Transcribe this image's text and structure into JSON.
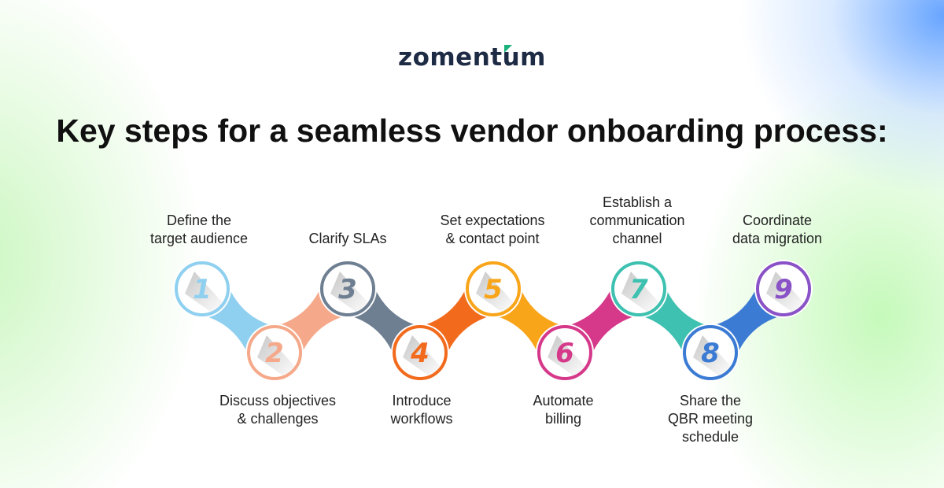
{
  "brand": {
    "name": "zomentum"
  },
  "headline": "Key steps for a seamless vendor onboarding process:",
  "steps": [
    {
      "num": "1",
      "label": "Define the\ntarget audience",
      "color": "#8fd0f0"
    },
    {
      "num": "2",
      "label": "Discuss objectives\n& challenges",
      "color": "#f5a98a"
    },
    {
      "num": "3",
      "label": "Clarify SLAs",
      "color": "#6e7f92"
    },
    {
      "num": "4",
      "label": "Introduce\nworkflows",
      "color": "#f26b1d"
    },
    {
      "num": "5",
      "label": "Set expectations\n& contact point",
      "color": "#f9a51a"
    },
    {
      "num": "6",
      "label": "Automate\nbilling",
      "color": "#d6388a"
    },
    {
      "num": "7",
      "label": "Establish a\ncommunication\nchannel",
      "color": "#3ec1b0"
    },
    {
      "num": "8",
      "label": "Share the\nQBR meeting\nschedule",
      "color": "#3b7bd4"
    },
    {
      "num": "9",
      "label": "Coordinate\ndata migration",
      "color": "#8a52c7"
    }
  ]
}
